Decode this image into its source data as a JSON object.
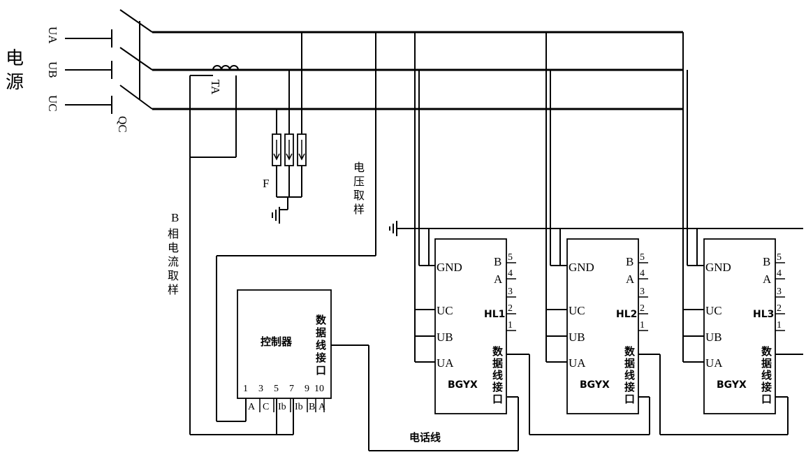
{
  "power": {
    "label_chars": [
      "电",
      "源"
    ]
  },
  "phases": [
    "UA",
    "UB",
    "UC"
  ],
  "breaker": "QC",
  "current_transformer": "TA",
  "fuse": "F",
  "voltage_sampling": [
    "电",
    "压",
    "取",
    "样"
  ],
  "current_sampling": [
    "B",
    "相",
    "电",
    "流",
    "取",
    "样"
  ],
  "controller": {
    "title": "控制器",
    "data_port": [
      "数",
      "据",
      "线",
      "接",
      "口"
    ],
    "pins": [
      "1",
      "3",
      "5",
      "7",
      "9",
      "10"
    ],
    "terminals": [
      "A",
      "C",
      "Ib",
      "Ib",
      "B",
      "A"
    ]
  },
  "phone_line": "电话线",
  "bgyx_units": [
    {
      "name": "BGYX",
      "hl": "HL1"
    },
    {
      "name": "BGYX",
      "hl": "HL2"
    },
    {
      "name": "BGYX",
      "hl": "HL3"
    }
  ],
  "bgyx_inputs": {
    "gnd": "GND",
    "uc": "UC",
    "ub": "UB",
    "ua": "UA"
  },
  "bgyx_pins": {
    "numbers": [
      "5",
      "4",
      "3",
      "2",
      "1"
    ],
    "b": "B",
    "a": "A"
  },
  "bgyx_data_port": [
    "数",
    "据",
    "线",
    "接",
    "口"
  ]
}
